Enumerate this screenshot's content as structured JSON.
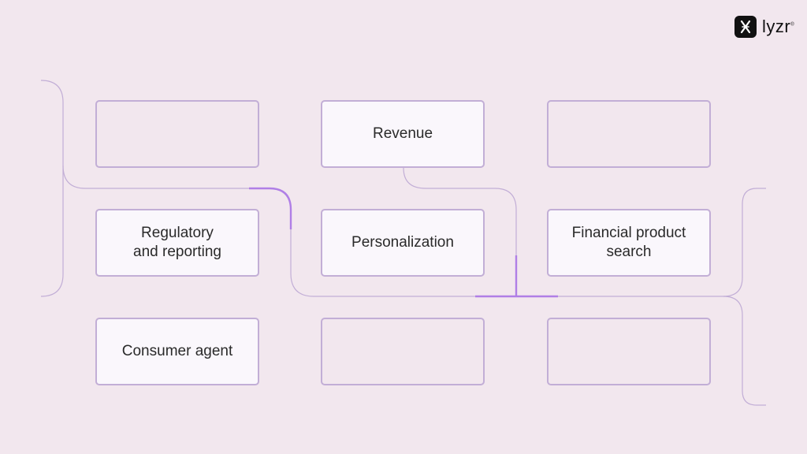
{
  "colors": {
    "background": "#F2E7EE",
    "card_border": "#C2AED6",
    "card_fill": "#FAF7FC",
    "connector": "#C2AED6",
    "accent": "#B07FE6"
  },
  "logo": {
    "icon": "lyzr-logo-icon",
    "text": "lyzr",
    "mark": "®"
  },
  "cards": [
    {
      "label": ""
    },
    {
      "label": "Revenue"
    },
    {
      "label": ""
    },
    {
      "label": "Regulatory\nand reporting"
    },
    {
      "label": "Personalization"
    },
    {
      "label": "Financial product\nsearch"
    },
    {
      "label": "Consumer agent"
    },
    {
      "label": ""
    },
    {
      "label": ""
    }
  ]
}
